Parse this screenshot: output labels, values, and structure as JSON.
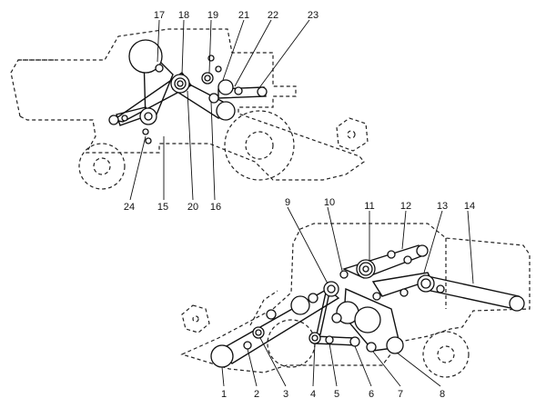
{
  "diagram": {
    "top_machine": {
      "callouts": [
        "17",
        "18",
        "19",
        "21",
        "22",
        "23",
        "24",
        "15",
        "20",
        "16"
      ]
    },
    "bottom_machine": {
      "callouts": [
        "9",
        "10",
        "11",
        "12",
        "13",
        "14",
        "1",
        "2",
        "3",
        "4",
        "5",
        "6",
        "7",
        "8"
      ]
    }
  }
}
